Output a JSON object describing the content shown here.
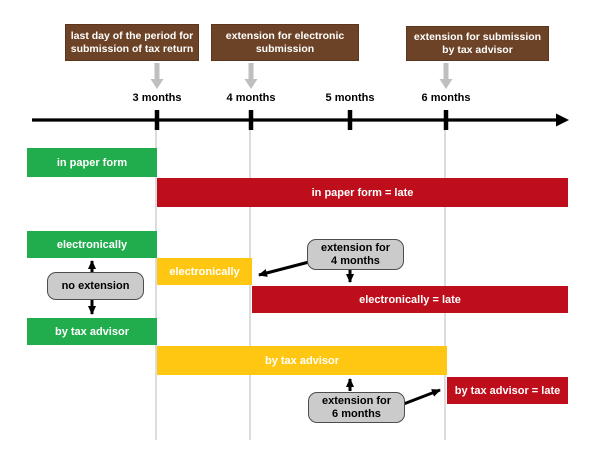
{
  "diagram": {
    "event_boxes": [
      {
        "label": "last day of the period for\nsubmission of tax return"
      },
      {
        "label": "extension for electronic\nsubmission"
      },
      {
        "label": "extension for submission\nby tax advisor"
      }
    ],
    "timeline": {
      "ticks": [
        {
          "label": "3 months"
        },
        {
          "label": "4 months"
        },
        {
          "label": "5 months"
        },
        {
          "label": "6 months"
        }
      ]
    },
    "bars": {
      "paper_ontime": "in paper form",
      "paper_late": "in paper form = late",
      "electronic_ontime": "electronically",
      "electronic_extended": "electronically",
      "electronic_late": "electronically = late",
      "advisor_ontime": "by tax advisor",
      "advisor_extended": "by tax advisor",
      "advisor_late": "by tax advisor = late"
    },
    "callouts": {
      "no_extension": "no extension",
      "extension_4_months": "extension for\n4 months",
      "extension_6_months": "extension for\n6 months"
    },
    "colors": {
      "on_time_green": "#21ac4d",
      "late_red": "#be0e1b",
      "extended_yellow": "#ffc712",
      "event_box_brown": "#6c4327",
      "callout_gray": "#cbcbcb",
      "gridline_gray": "#dcdcdc",
      "guide_arrow_gray": "#bfbfbf",
      "axis_black": "#000000"
    }
  }
}
